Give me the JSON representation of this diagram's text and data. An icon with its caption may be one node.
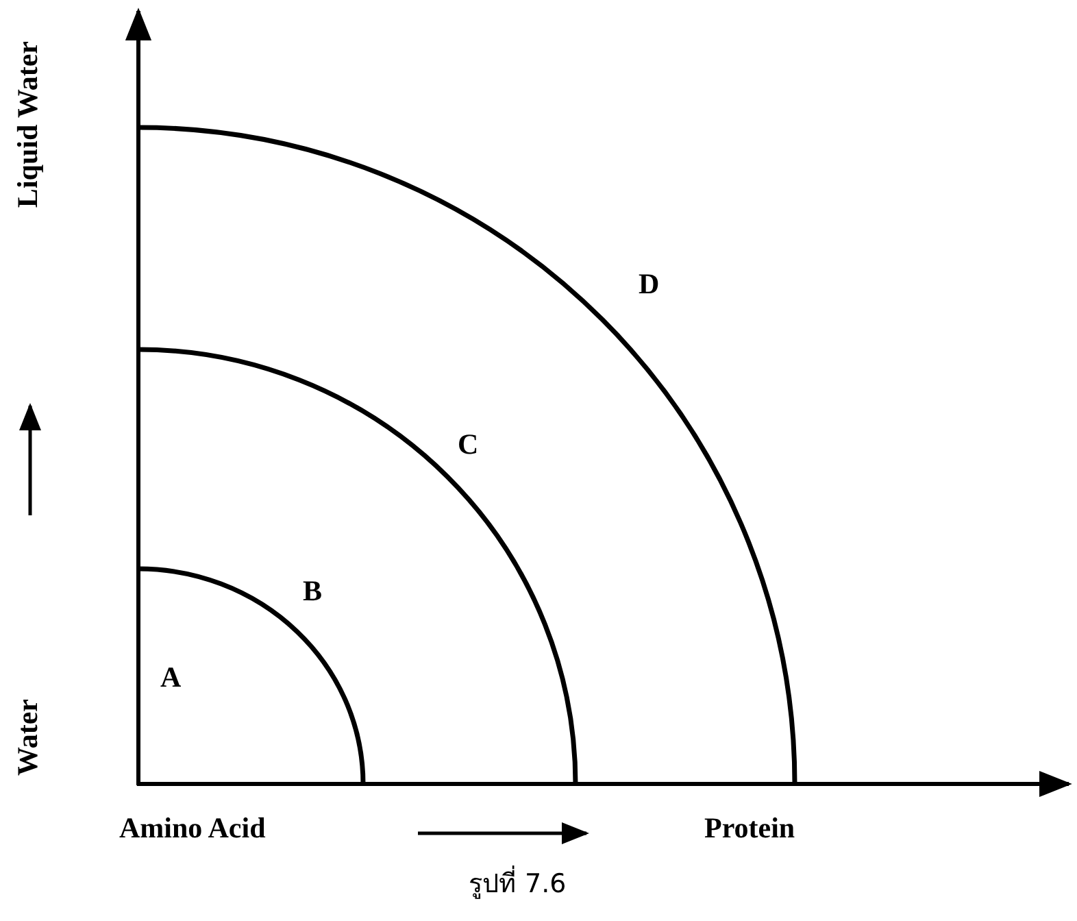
{
  "diagram": {
    "caption": "รูปที่ 7.6",
    "labels": [
      "Liquid Water",
      "Water",
      "D",
      "C",
      "B",
      "A",
      "Amino Acid",
      "Protein"
    ]
  }
}
